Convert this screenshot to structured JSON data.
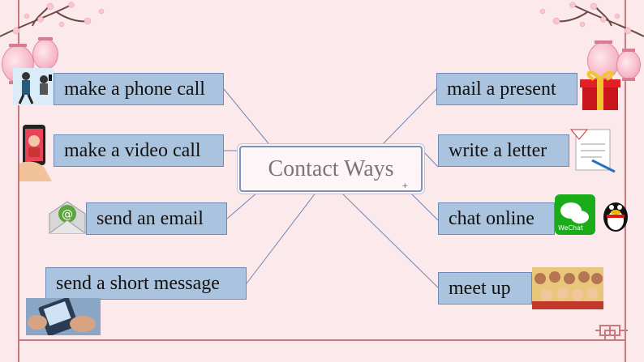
{
  "center": {
    "label": "Contact Ways",
    "badge": "+"
  },
  "left_items": [
    {
      "label": "make a phone call",
      "icon": "phone-call-person-icon"
    },
    {
      "label": "make a video call",
      "icon": "video-call-phone-icon"
    },
    {
      "label": "send an email",
      "icon": "email-envelope-icon"
    },
    {
      "label": "send a short message",
      "icon": "texting-hands-icon"
    }
  ],
  "right_items": [
    {
      "label": "mail a present",
      "icon": "gift-box-icon"
    },
    {
      "label": "write a letter",
      "icon": "letter-quill-icon"
    },
    {
      "label": "chat online",
      "icon": "wechat-qq-icon"
    },
    {
      "label": "meet up",
      "icon": "crowd-people-icon"
    }
  ],
  "wechat_label": "WeChat",
  "colors": {
    "background": "#fbe9ec",
    "box_fill": "#aac3df",
    "box_border": "#6a8bb3",
    "connector": "#6d86b0",
    "frame": "#c9797f"
  }
}
